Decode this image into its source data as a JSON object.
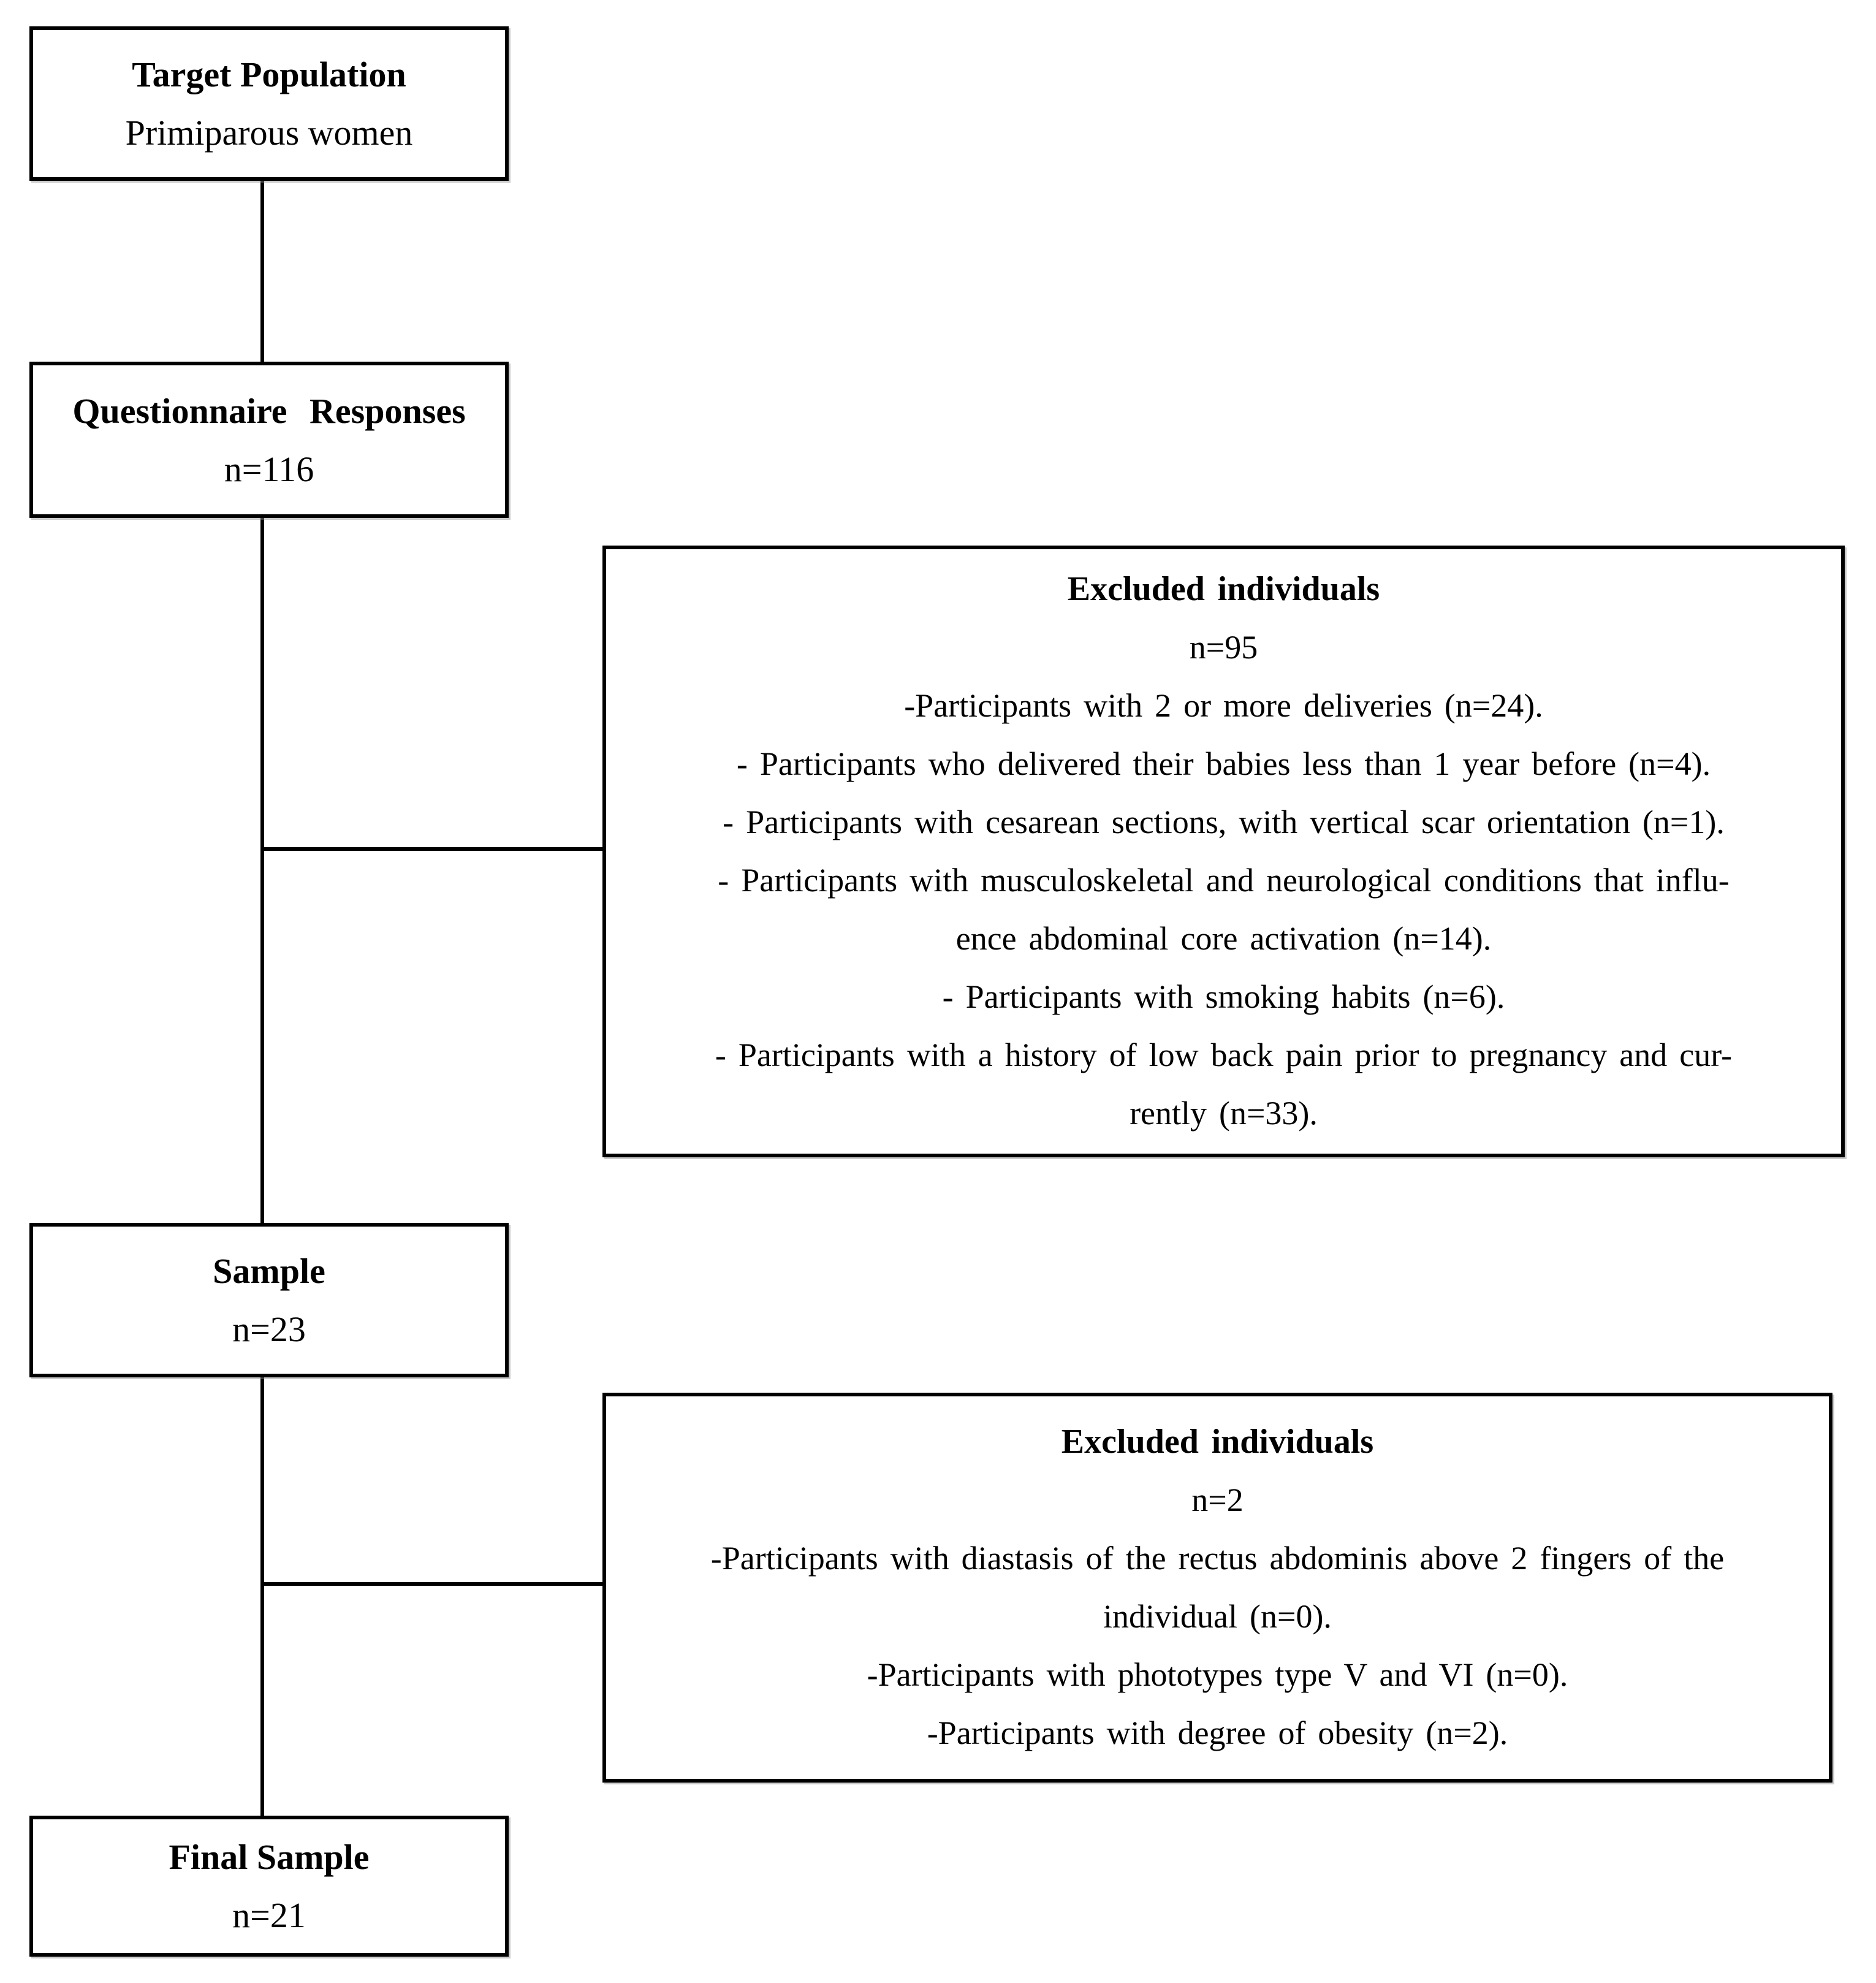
{
  "figure": {
    "type": "participant-flow-diagram",
    "background": "#ffffff",
    "line_color": "#000000",
    "text_color": "#000000"
  },
  "nodes": {
    "target_population": {
      "title": "Target Population",
      "value": "Primiparous women"
    },
    "questionnaire_responses": {
      "title": "Questionnaire Responses",
      "value": "n=116"
    },
    "excluded_1": {
      "title": "Excluded individuals",
      "value": "n=95",
      "lines": [
        "-Participants with 2 or more deliveries (n=24).",
        "- Participants who delivered their babies less than 1 year before (n=4).",
        "- Participants with cesarean sections, with vertical scar orientation (n=1).",
        "- Participants with musculoskeletal and neurological conditions that influ-",
        "ence abdominal core activation (n=14).",
        "- Participants with smoking habits (n=6).",
        "- Participants with a history of low back pain prior to pregnancy and cur-",
        "rently (n=33)."
      ]
    },
    "sample": {
      "title": "Sample",
      "value": "n=23"
    },
    "excluded_2": {
      "title": "Excluded individuals",
      "value": "n=2",
      "lines": [
        "-Participants with diastasis of the rectus abdominis above 2 fingers of the",
        "individual (n=0).",
        "-Participants with phototypes type V and VI (n=0).",
        "-Participants with degree of obesity (n=2)."
      ]
    },
    "final_sample": {
      "title": "Final Sample",
      "value": "n=21"
    }
  }
}
